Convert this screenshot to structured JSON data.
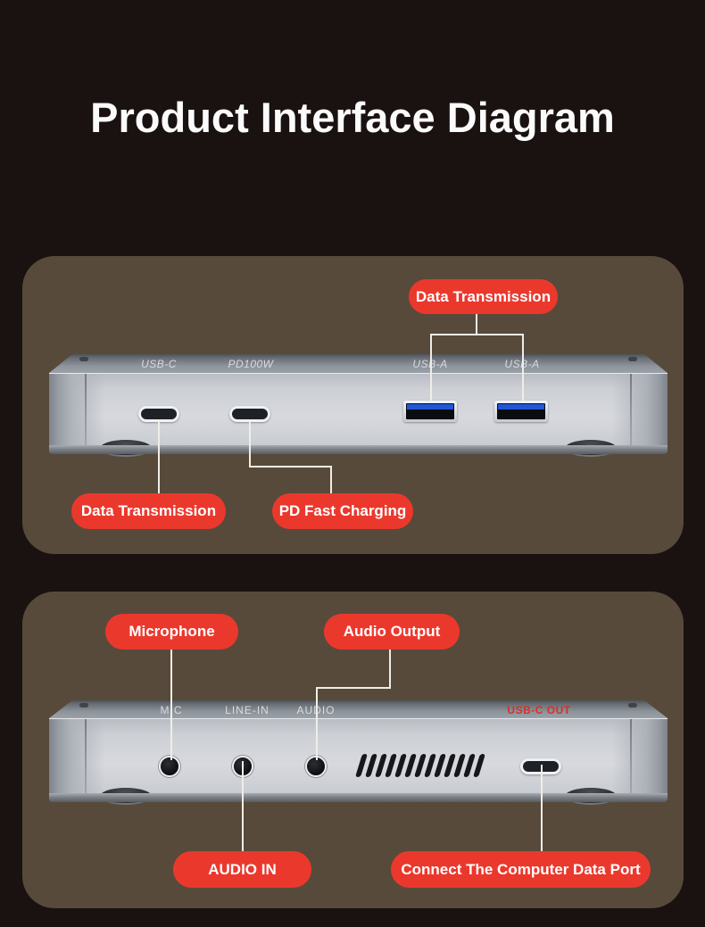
{
  "title": "Product Interface Diagram",
  "theme": {
    "page_bg": "#1a1210",
    "panel_bg": "#584a3a",
    "pill_bg": "#eb382d",
    "pill_text": "#ffffff",
    "callout_line": "#f0ede7",
    "usbc_out_label_color": "#d63129"
  },
  "front_panel": {
    "top_callout": {
      "label": "Data Transmission"
    },
    "device_labels": [
      "USB-C",
      "PD100W",
      "USB-A",
      "USB-A"
    ],
    "ports": [
      "usb-c",
      "usb-c-pd",
      "usb-a",
      "usb-a"
    ],
    "bottom_callouts": [
      {
        "label": "Data Transmission"
      },
      {
        "label": "PD Fast Charging"
      }
    ]
  },
  "rear_panel": {
    "top_callouts": [
      {
        "label": "Microphone"
      },
      {
        "label": "Audio Output"
      }
    ],
    "device_labels": [
      "MIC",
      "LINE-IN",
      "AUDIO",
      "USB-C OUT"
    ],
    "ports": [
      "mic-jack",
      "line-in-jack",
      "audio-jack",
      "usb-c-out"
    ],
    "bottom_callouts": [
      {
        "label": "AUDIO IN"
      },
      {
        "label": "Connect The Computer Data Port"
      }
    ]
  }
}
